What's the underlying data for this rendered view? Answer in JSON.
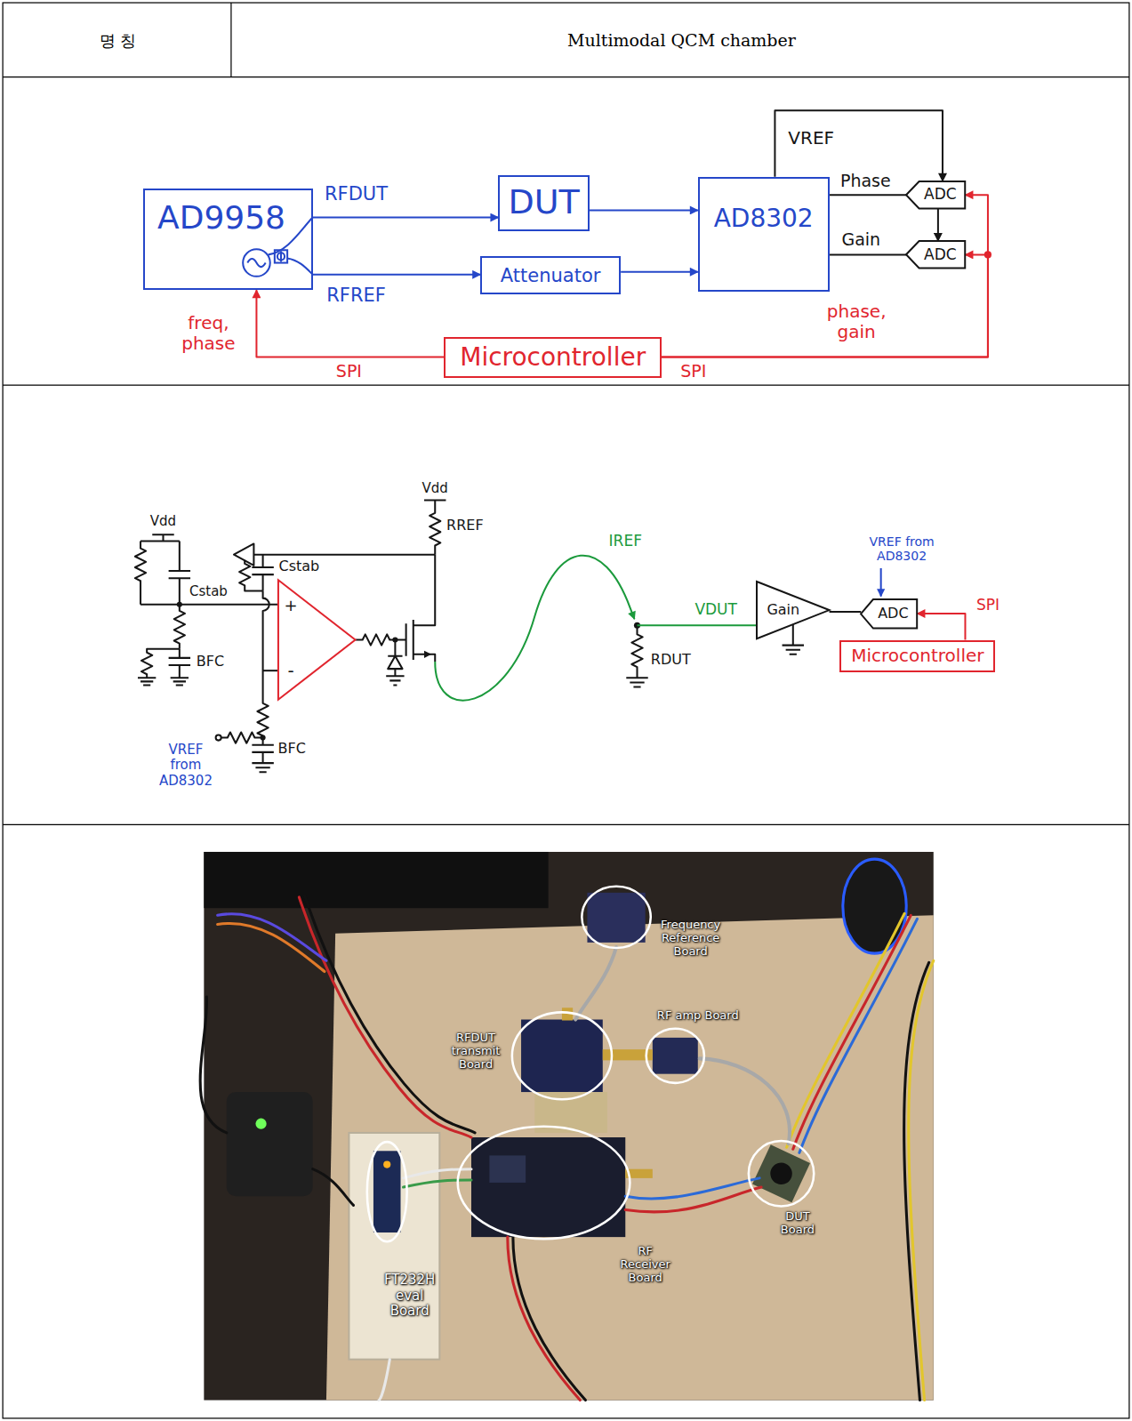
{
  "diagram": {
    "nodes": [
      {
        "text": [
          "AD9958"
        ]
      },
      {
        "text": [
          "DUT"
        ]
      },
      {
        "text": [
          "Attenuator"
        ]
      },
      {
        "text": [
          "AD8302"
        ]
      },
      {
        "text": [
          "ADC"
        ]
      },
      {
        "text": [
          "ADC"
        ]
      },
      {
        "text": [
          "Microcontroller"
        ]
      },
      {
        "text": [
          "Gain"
        ]
      },
      {
        "text": [
          "ADC"
        ]
      },
      {
        "text": [
          "Microcontroller"
        ]
      }
    ],
    "edges": [
      {
        "from": 0,
        "to": 1,
        "arrow": "to",
        "label": "RFDUT"
      },
      {
        "from": 0,
        "to": 2,
        "arrow": "to",
        "label": "RFREF"
      },
      {
        "from": 1,
        "to": 3,
        "arrow": "to"
      },
      {
        "from": 2,
        "to": 3,
        "arrow": "to"
      },
      {
        "from": 3,
        "to": 4,
        "arrow": "none",
        "label": "Phase"
      },
      {
        "from": 3,
        "to": 5,
        "arrow": "none",
        "label": "Gain"
      },
      {
        "from": 3,
        "to": 4,
        "arrow": "to",
        "label": "VREF"
      },
      {
        "from": 4,
        "to": 5,
        "arrow": "to"
      },
      {
        "from": 6,
        "to": 0,
        "arrow": "to",
        "label": "SPI"
      },
      {
        "from": 6,
        "to": 4,
        "arrow": "to",
        "label": "SPI"
      },
      {
        "from": 6,
        "to": 5,
        "arrow": "to"
      },
      {
        "from": 7,
        "to": 8,
        "arrow": "none"
      },
      {
        "from": 9,
        "to": 8,
        "arrow": "to",
        "label": "SPI"
      }
    ],
    "labels": [
      "명 칭",
      "Multimodal QCM chamber",
      "freq, phase",
      "phase, gain",
      "Vdd",
      "RREF",
      "Vdd",
      "IREF",
      "VREF from AD8302",
      "Cstab",
      "Cstab",
      "+",
      "VDUT",
      "BFC",
      "RDUT",
      "-",
      "BFC",
      "VREF from AD8302",
      "Frequency Reference Board",
      "RFDUT transmit Board",
      "RF amp Board",
      "RF Receiver Board",
      "DUT Board",
      "FT232H eval Board"
    ]
  }
}
